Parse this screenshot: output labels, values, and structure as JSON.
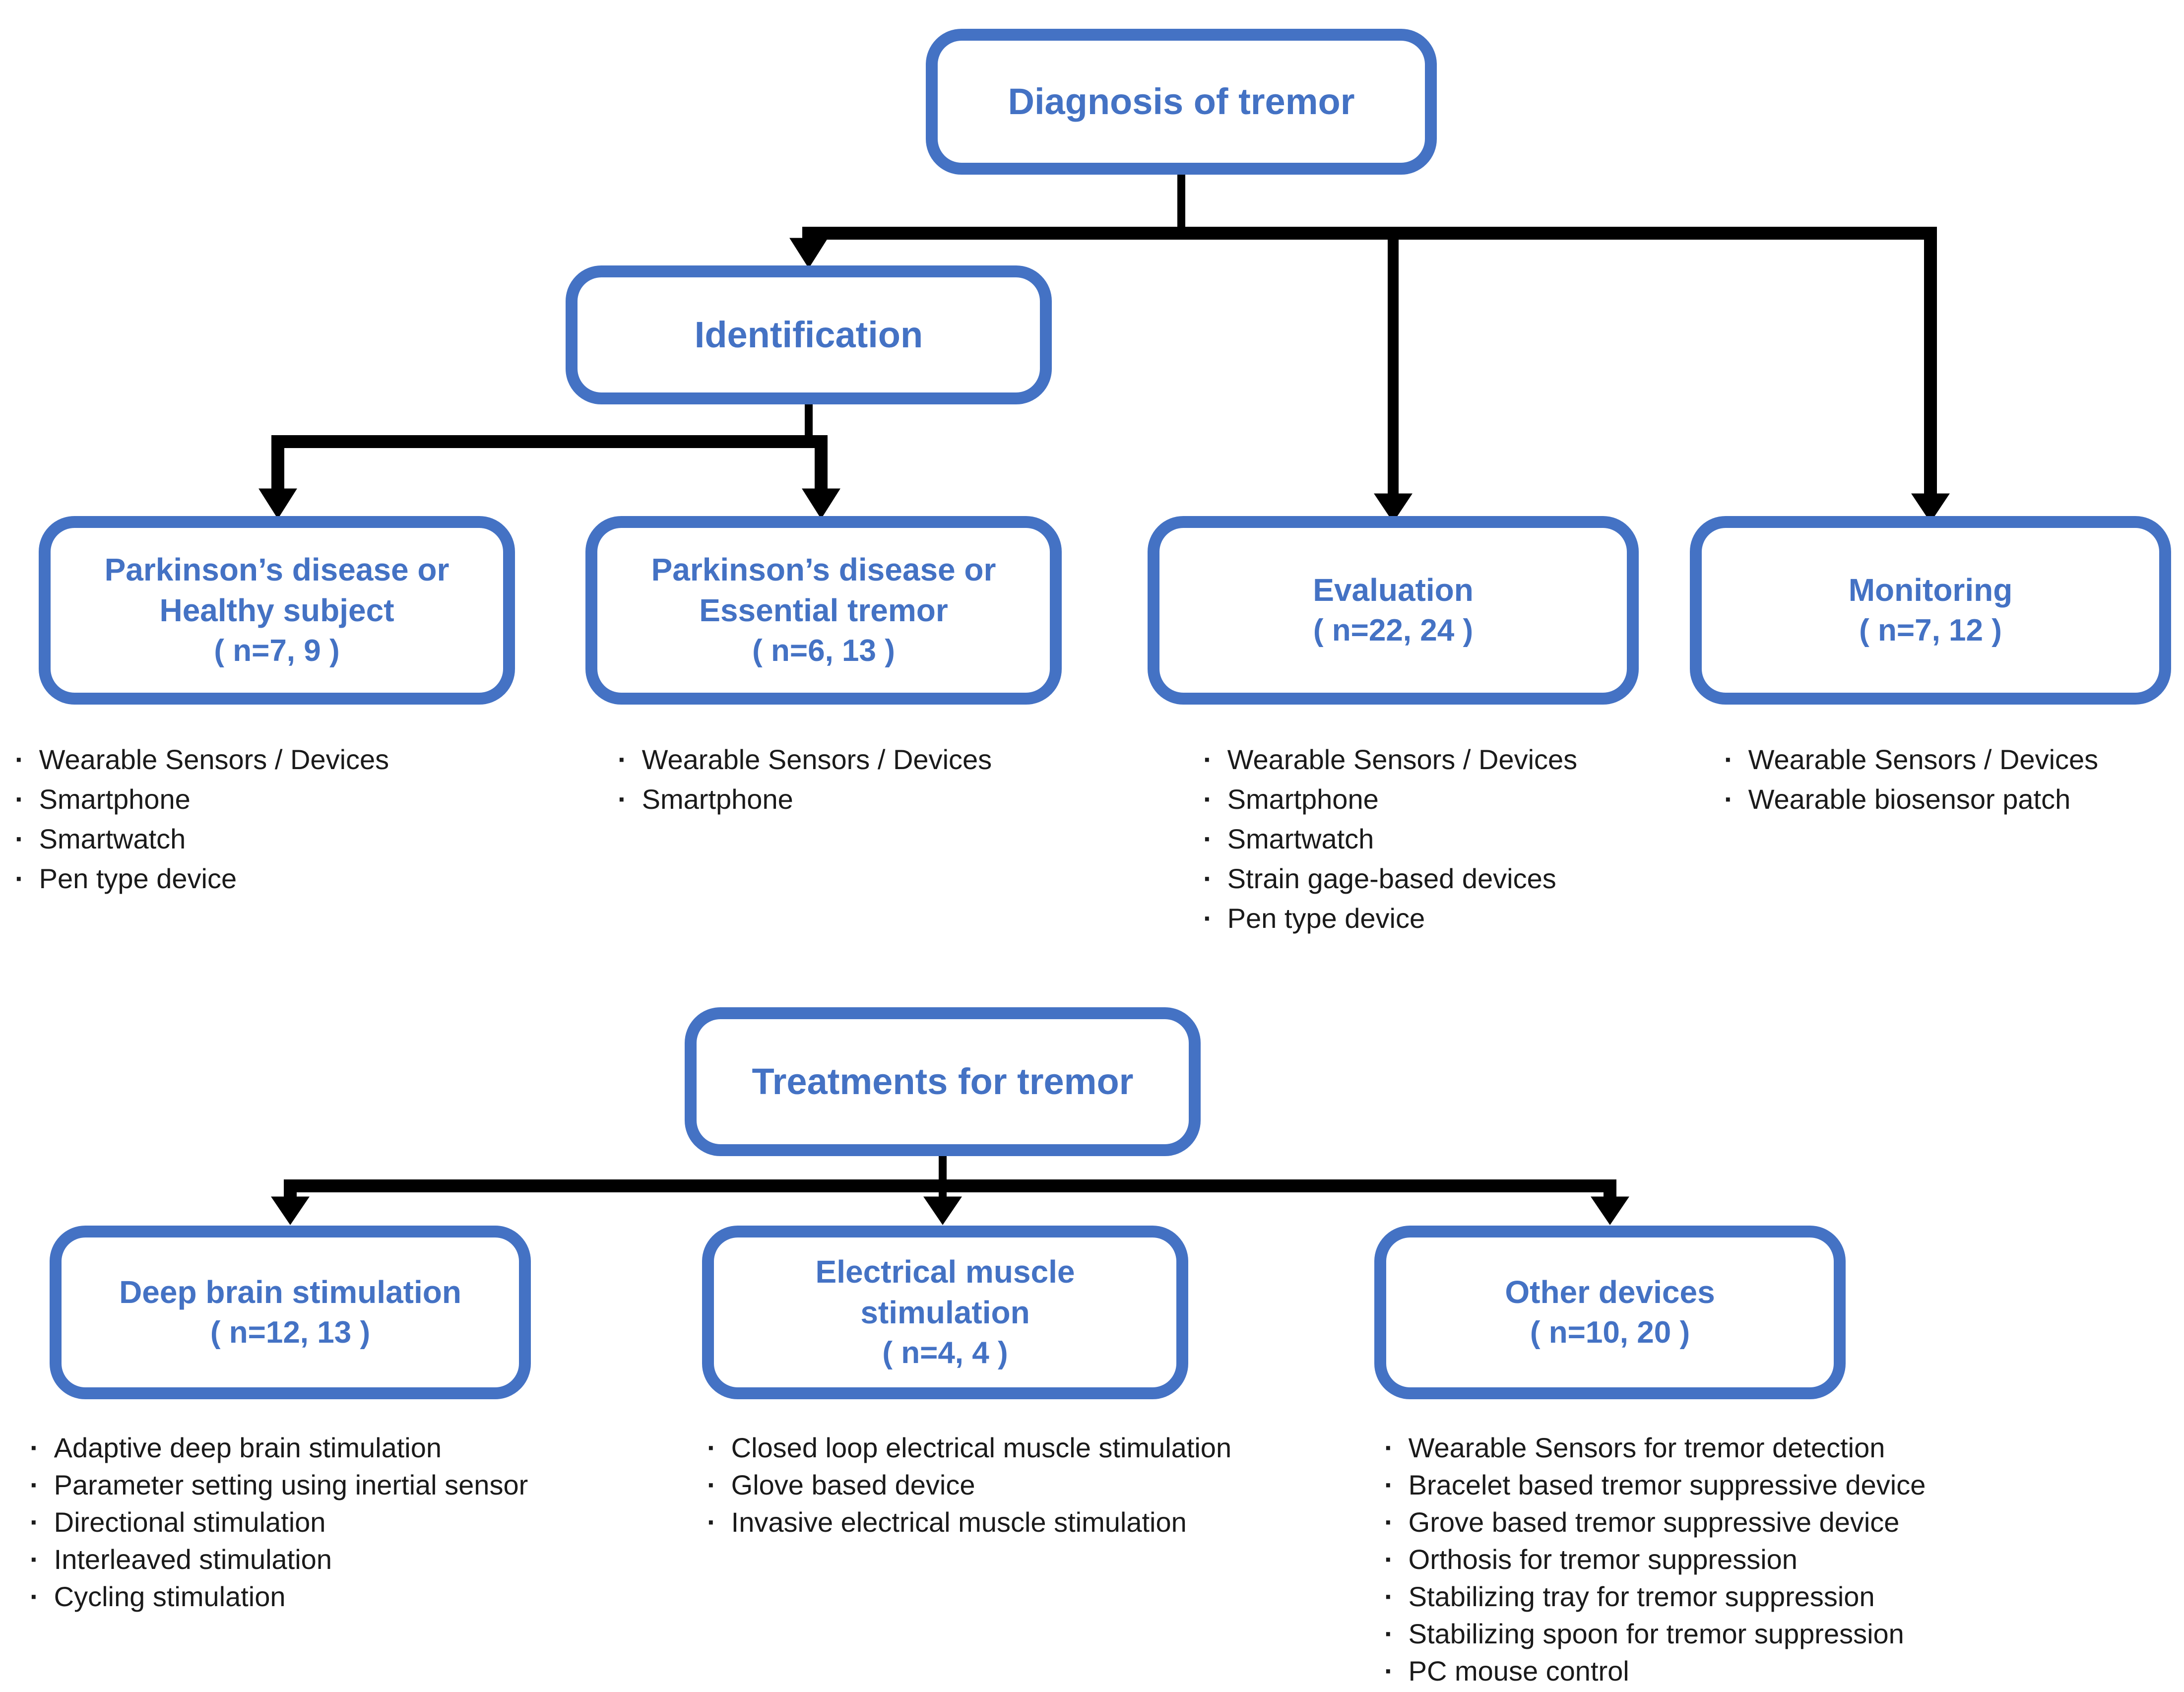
{
  "palette": {
    "box_blue": "#4472C4",
    "connector_black": "#000000",
    "bullet_text": "#1a1a1a",
    "background": "#ffffff"
  },
  "diagnosis_tree": {
    "root_label": "Diagnosis of tremor",
    "identification_label": "Identification",
    "leaves": [
      {
        "title1": "Parkinson’s disease or",
        "title2": "Healthy subject",
        "n_label": "( n=7, 9 )",
        "items": [
          "Wearable Sensors / Devices",
          "Smartphone",
          "Smartwatch",
          "Pen type device"
        ]
      },
      {
        "title1": "Parkinson’s disease or",
        "title2": "Essential tremor",
        "n_label": "( n=6, 13 )",
        "items": [
          "Wearable Sensors / Devices",
          "Smartphone"
        ]
      },
      {
        "title1": "Evaluation",
        "n_label": "( n=22, 24 )",
        "items": [
          "Wearable Sensors / Devices",
          "Smartphone",
          "Smartwatch",
          "Strain gage-based devices",
          "Pen type device"
        ]
      },
      {
        "title1": "Monitoring",
        "n_label": "( n=7, 12 )",
        "items": [
          "Wearable Sensors / Devices",
          "Wearable biosensor patch"
        ]
      }
    ]
  },
  "treatments_tree": {
    "root_label": "Treatments for tremor",
    "leaves": [
      {
        "title1": "Deep brain stimulation",
        "n_label": "( n=12, 13 )",
        "items": [
          "Adaptive deep brain stimulation",
          "Parameter setting using inertial sensor",
          "Directional stimulation",
          "Interleaved stimulation",
          "Cycling stimulation"
        ]
      },
      {
        "title1": "Electrical muscle",
        "title2": "stimulation",
        "n_label": "( n=4, 4 )",
        "items": [
          "Closed loop electrical muscle stimulation",
          "Glove based device",
          "Invasive electrical muscle stimulation"
        ]
      },
      {
        "title1": "Other devices",
        "n_label": "( n=10, 20 )",
        "items": [
          "Wearable Sensors for tremor detection",
          "Bracelet based tremor suppressive device",
          "Grove based tremor suppressive device",
          "Orthosis for tremor suppression",
          "Stabilizing tray for tremor suppression",
          "Stabilizing spoon for tremor suppression",
          "PC mouse control"
        ]
      }
    ]
  }
}
